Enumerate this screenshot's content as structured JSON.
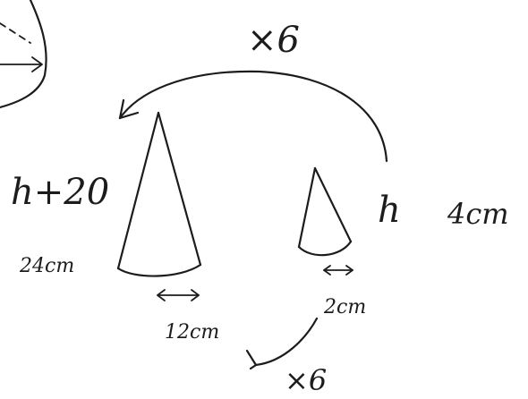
{
  "labels": {
    "top_multiplier": "×6",
    "bottom_multiplier": "×6",
    "large_cone_height": "h+20",
    "large_cone_slant": "24cm",
    "large_cone_radius": "12cm",
    "small_cone_height": "h",
    "small_cone_slant": "4cm",
    "small_cone_radius": "2cm"
  }
}
